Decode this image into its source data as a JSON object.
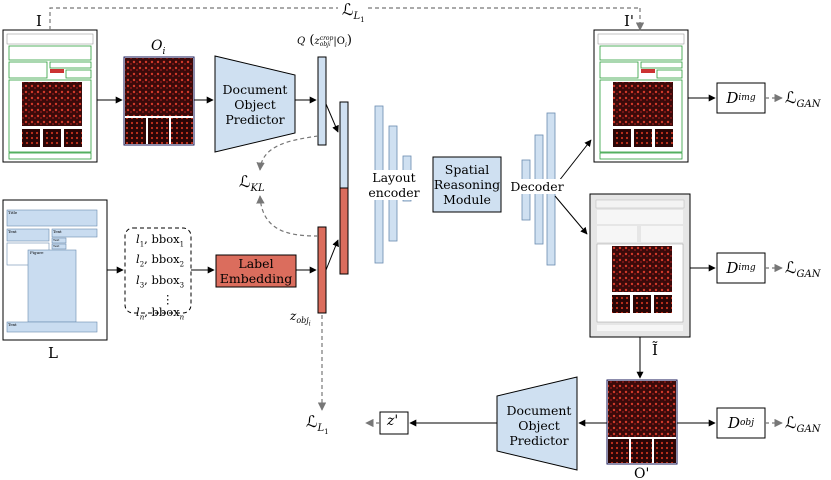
{
  "labels": {
    "input_image": "I",
    "reconstructed_image": "I'",
    "generated_image": "Ĩ",
    "layout_label": "L",
    "object_crop": "O",
    "object_crop_sub": "i",
    "generated_object": "O'",
    "z_prime": "z'",
    "z_obj": "z",
    "z_obj_sub": "obj",
    "z_obj_subsub": "i",
    "q_dist": "Q",
    "q_z": "z",
    "q_crop": "crop",
    "q_obj": "obj",
    "q_obj_i": "i",
    "q_given": "|O",
    "q_given_sub": "i",
    "loss_sym": "ℒ",
    "l1_sub": "L",
    "l1_subsub": "1",
    "kl_sub": "KL",
    "gan_sub": "GAN"
  },
  "modules": {
    "doc_object_predictor_top": [
      "Document",
      "Object",
      "Predictor"
    ],
    "doc_object_predictor_bottom": [
      "Document",
      "Object",
      "Predictor"
    ],
    "label_embedding": [
      "Label",
      "Embedding"
    ],
    "layout_encoder": [
      "Layout",
      "encoder"
    ],
    "spatial_reasoning": [
      "Spatial",
      "Reasoning",
      "Module"
    ],
    "decoder": "Decoder"
  },
  "discriminators": {
    "d_sym": "D",
    "img_sub": "img",
    "obj_sub": "obj"
  },
  "label_list": {
    "items": [
      {
        "l": "l",
        "sub": "1",
        "bbox": "bbox",
        "bsub": "1"
      },
      {
        "l": "l",
        "sub": "2",
        "bbox": "bbox",
        "bsub": "2"
      },
      {
        "l": "l",
        "sub": "3",
        "bbox": "bbox",
        "bsub": "3"
      },
      {
        "l": "l",
        "sub": "n",
        "bbox": "bbox",
        "bsub": "n"
      }
    ],
    "ellipsis": "⋮"
  },
  "layout_thumbnail": {
    "field_labels": [
      "Title",
      "Text",
      "Text",
      "Text",
      "Text",
      "Figure",
      "Text"
    ]
  },
  "colors": {
    "blue_fill": "#cfe0f1",
    "red_fill": "#db6d5d",
    "dashed_gray": "#777777",
    "doc_gray": "#e6e6e6"
  }
}
